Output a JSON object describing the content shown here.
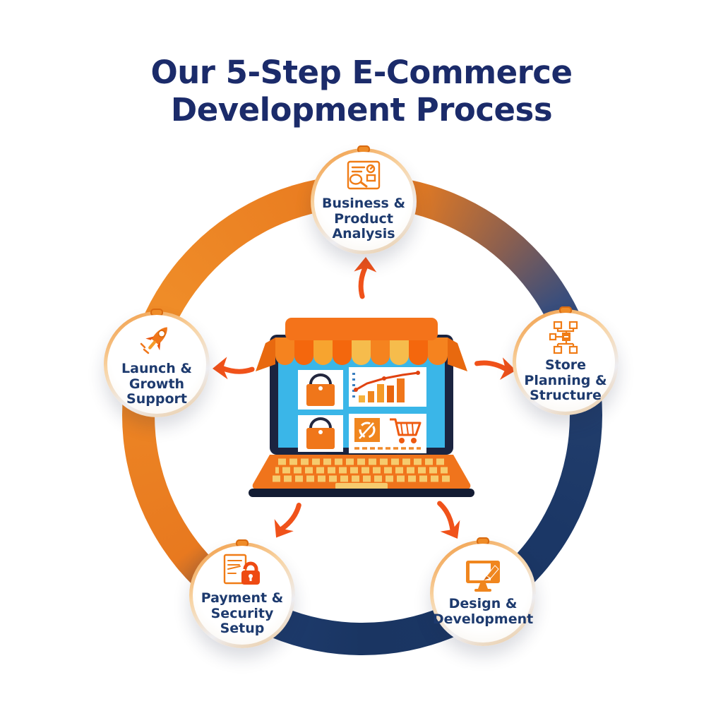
{
  "title": "Our 5-Step E-Commerce Development Process",
  "steps": [
    {
      "id": "business-product-analysis",
      "label": "Business &\nProduct\nAnalysis",
      "icon": "analysis-board-icon"
    },
    {
      "id": "store-planning-structure",
      "label": "Store\nPlanning &\nStructure",
      "icon": "sitemap-icon"
    },
    {
      "id": "design-development",
      "label": "Design &\nDevelopment",
      "icon": "monitor-design-icon"
    },
    {
      "id": "payment-security-setup",
      "label": "Payment &\nSecurity\nSetup",
      "icon": "document-lock-icon"
    },
    {
      "id": "launch-growth-support",
      "label": "Launch &\nGrowth\nSupport",
      "icon": "rocket-icon"
    }
  ],
  "center": {
    "illustration": "ecommerce-storefront-laptop"
  },
  "colors": {
    "title_navy": "#1b2b6a",
    "label_navy": "#1d3a6e",
    "ring_orange": "#e8791f",
    "ring_navy": "#1b3766",
    "arrow_orange": "#f0521a",
    "icon_orange": "#f07c16",
    "lock_red_orange": "#ee4a12",
    "screen_cyan": "#3ab6e8",
    "laptop_orange": "#f0741c",
    "key_gold": "#f6cb6e",
    "base_navy": "#131c33"
  }
}
